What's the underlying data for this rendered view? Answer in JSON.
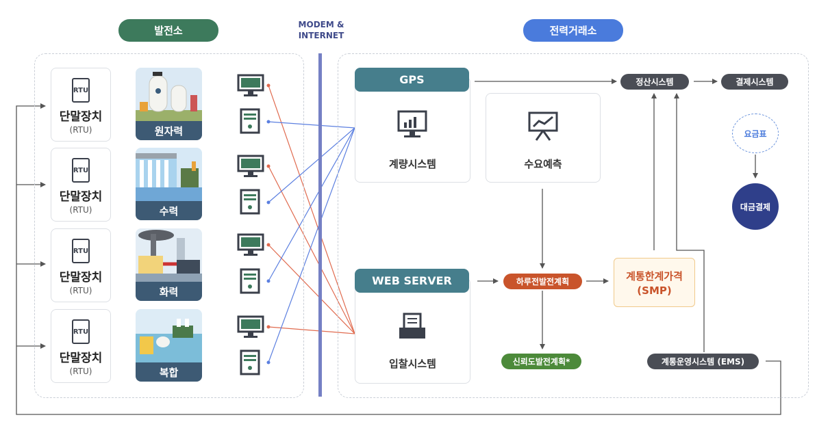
{
  "sections": {
    "plant_title": "발전소",
    "network_title_line1": "MODEM &",
    "network_title_line2": "INTERNET",
    "exchange_title": "전력거래소"
  },
  "rtu": {
    "badge": "RTU",
    "name": "단말장치",
    "sub": "(RTU)"
  },
  "plants": [
    {
      "label": "원자력"
    },
    {
      "label": "수력"
    },
    {
      "label": "화력"
    },
    {
      "label": "복합"
    }
  ],
  "exchange": {
    "gps": "GPS",
    "metering": "계량시스템",
    "forecast": "수요예측",
    "web_server": "WEB SERVER",
    "bidding": "입찰시스템",
    "settlement": "정산시스템",
    "payment_system": "결제시스템",
    "tariff": "요금표",
    "payment": "대금결제",
    "day_ahead": "하루전발전계획",
    "reliability": "신뢰도발전계획*",
    "smp_line1": "계통한계가격",
    "smp_line2": "(SMP)",
    "ems": "계통운영시스템 (EMS)"
  },
  "colors": {
    "plant_green": "#3d7a5c",
    "exchange_blue": "#4a7bdc",
    "bar_teal": "#467e8c",
    "orange_pill": "#c9542b",
    "green_pill": "#4c8a3a",
    "smp_border": "#f0c98a",
    "navy_circle": "#2f3f8a",
    "network_bar": "#7580c4",
    "red_line": "#e06a4e",
    "blue_line": "#5b7fe0"
  }
}
